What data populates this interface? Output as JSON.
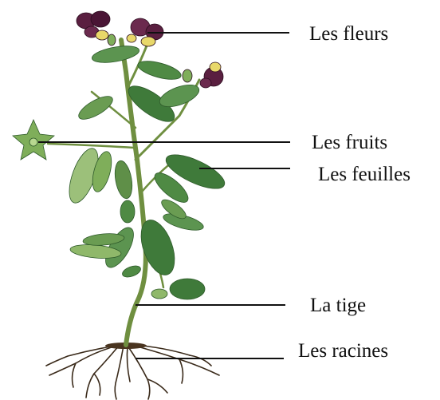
{
  "diagram": {
    "labels": {
      "flowers": "Les fleurs",
      "fruits": "Les fruits",
      "leaves": "Les feuilles",
      "stem": "La tige",
      "roots": "Les racines"
    },
    "colors": {
      "flower_petal": "#5a1f40",
      "flower_center": "#e8d86a",
      "leaf_dark": "#3f7a3a",
      "leaf_light": "#8fb86a",
      "stem": "#6f8f40",
      "root": "#3a2a1a",
      "leader_line": "#111111"
    }
  }
}
